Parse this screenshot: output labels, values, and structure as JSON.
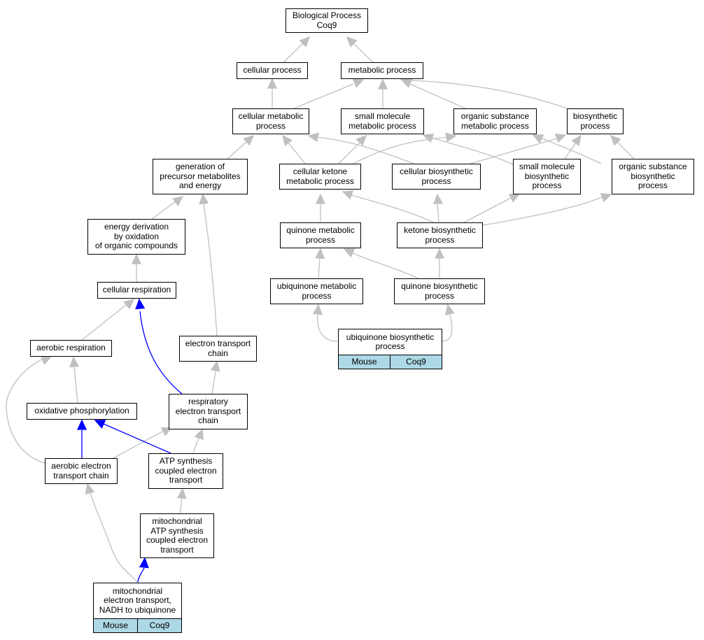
{
  "colors": {
    "edge_default": "#c0c0c0",
    "edge_highlight": "#0000ff",
    "tag_background": "#add8e6",
    "node_border": "#000000"
  },
  "nodes": {
    "root": "Biological Process\nCoq9",
    "cellular_process": "cellular process",
    "metabolic_process": "metabolic process",
    "cellular_metabolic_process": "cellular metabolic\nprocess",
    "small_molecule_metabolic_process": "small molecule\nmetabolic process",
    "organic_substance_metabolic_process": "organic substance\nmetabolic process",
    "biosynthetic_process": "biosynthetic\nprocess",
    "generation_of_precursor_metabolites": "generation of\nprecursor metabolites\nand energy",
    "cellular_ketone_metabolic_process": "cellular ketone\nmetabolic process",
    "cellular_biosynthetic_process": "cellular biosynthetic\nprocess",
    "small_molecule_biosynthetic_process": "small molecule\nbiosynthetic\nprocess",
    "organic_substance_biosynthetic_process": "organic substance\nbiosynthetic\nprocess",
    "energy_derivation": "energy derivation\nby oxidation\nof organic compounds",
    "quinone_metabolic_process": "quinone metabolic\nprocess",
    "ketone_biosynthetic_process": "ketone biosynthetic\nprocess",
    "cellular_respiration": "cellular respiration",
    "ubiquinone_metabolic_process": "ubiquinone metabolic\nprocess",
    "quinone_biosynthetic_process": "quinone biosynthetic\nprocess",
    "ubiquinone_biosynthetic_process": "ubiquinone biosynthetic\nprocess",
    "aerobic_respiration": "aerobic respiration",
    "electron_transport_chain": "electron transport\nchain",
    "oxidative_phosphorylation": "oxidative phosphorylation",
    "respiratory_electron_transport_chain": "respiratory\nelectron transport\nchain",
    "aerobic_electron_transport_chain": "aerobic electron\ntransport chain",
    "atp_synthesis_coupled": "ATP synthesis\ncoupled electron\ntransport",
    "mito_atp_synthesis_coupled": "mitochondrial\nATP synthesis\ncoupled electron\ntransport",
    "mito_electron_transport_nadh": "mitochondrial\nelectron transport,\nNADH to ubiquinone"
  },
  "tags": {
    "ubiquinone_biosynthetic_process": [
      "Mouse",
      "Coq9"
    ],
    "mito_electron_transport_nadh": [
      "Mouse",
      "Coq9"
    ]
  }
}
